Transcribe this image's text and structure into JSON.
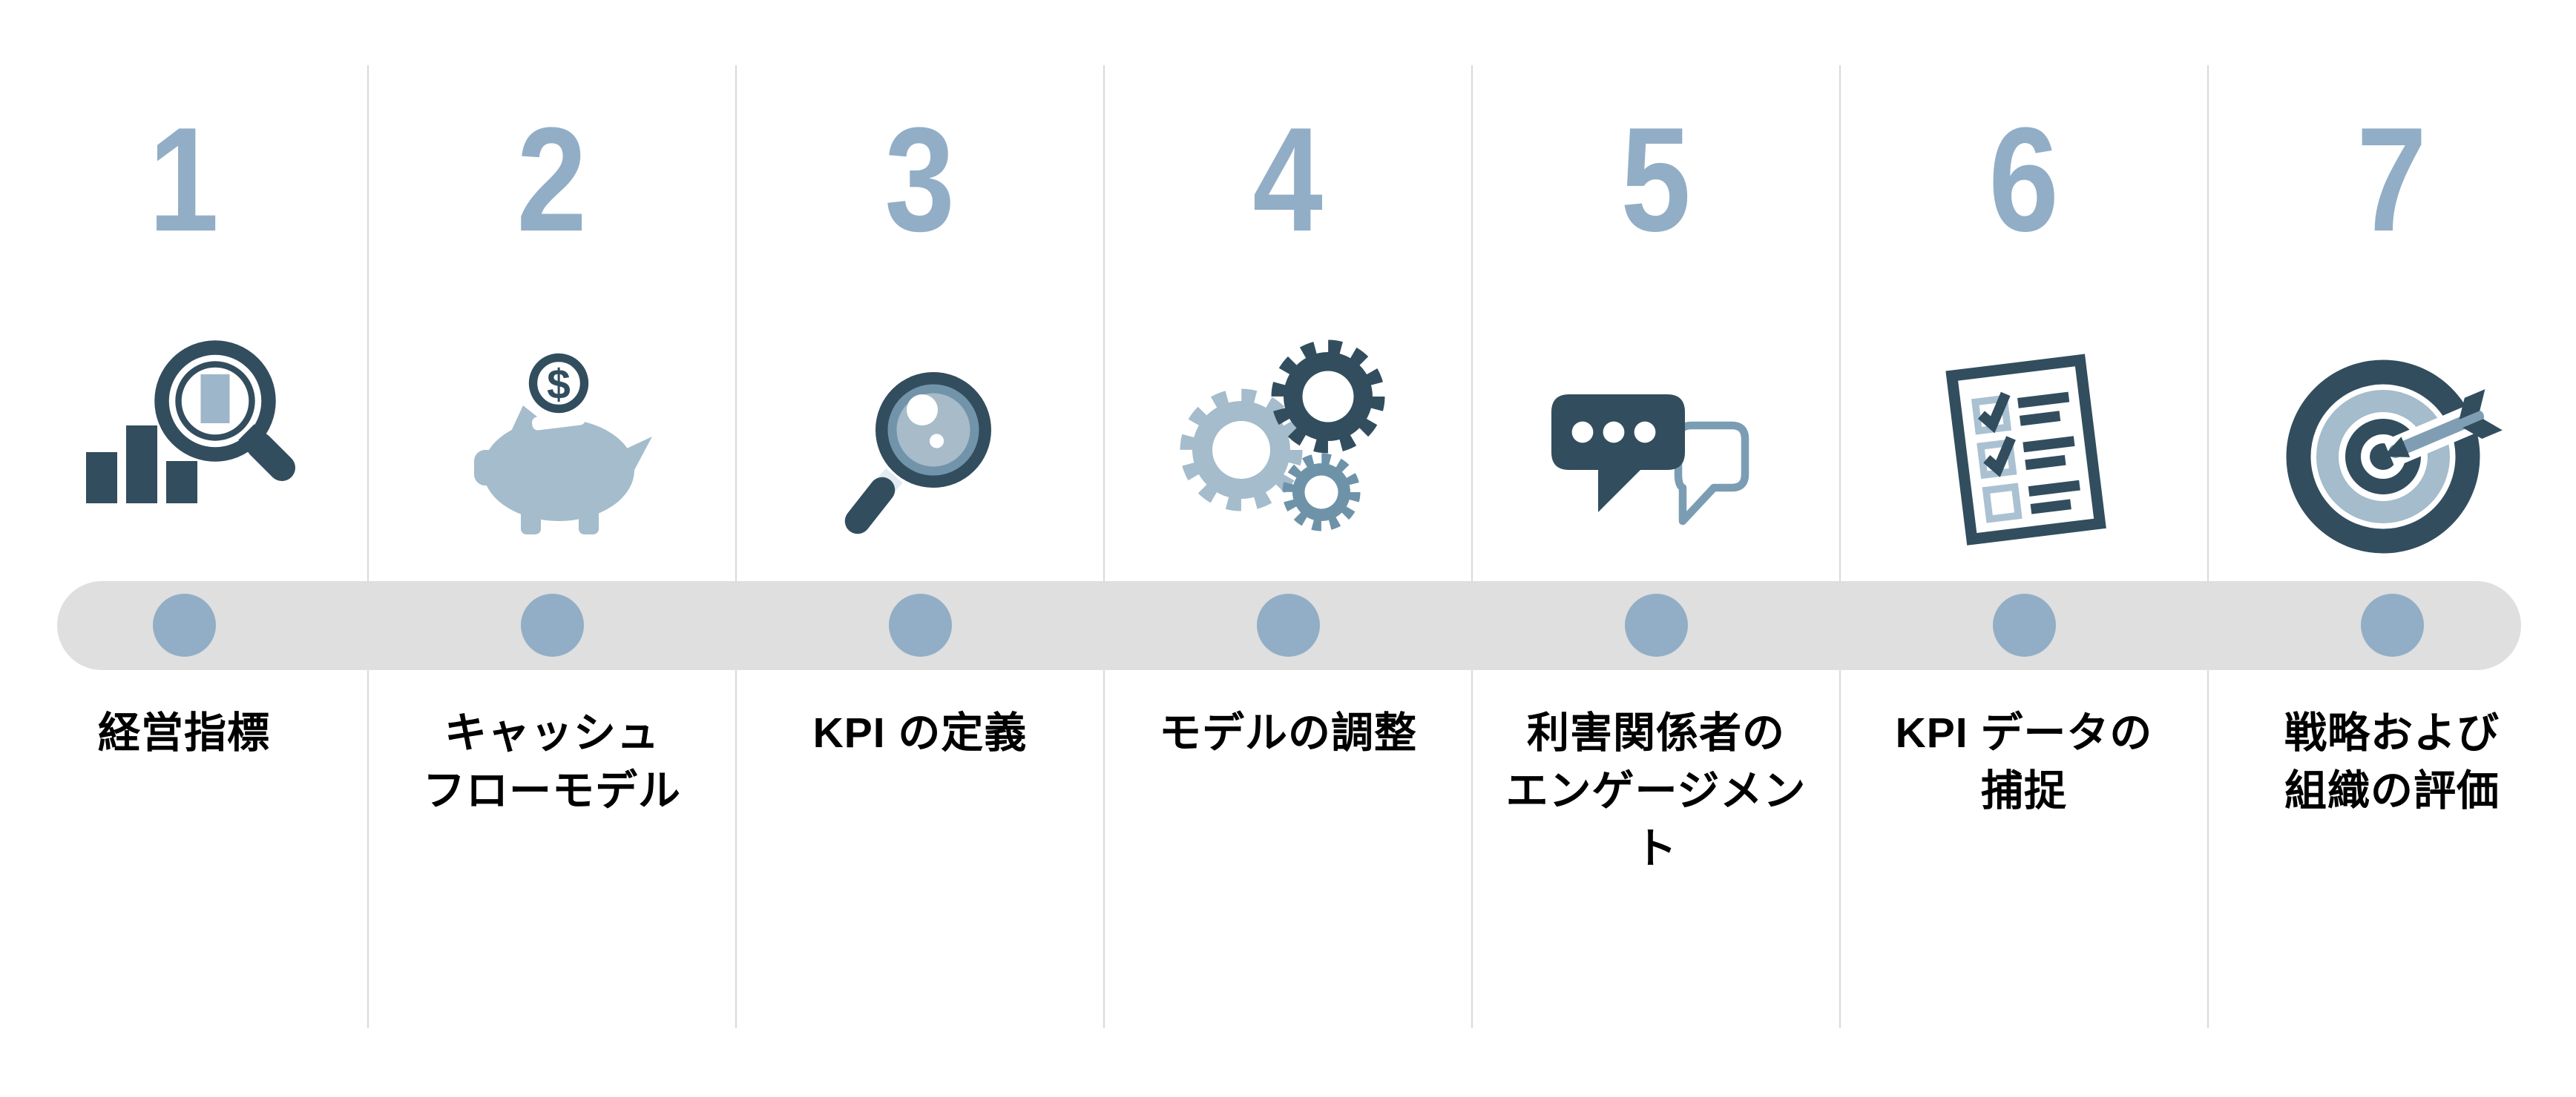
{
  "diagram": {
    "type": "process-timeline-7-steps",
    "background": "#ffffff",
    "colors": {
      "number_and_dot": "#92aec6",
      "icon_dark_navy": "#324d5e",
      "icon_mid_blue": "#7b9db3",
      "icon_light_blue": "#a4bccb",
      "timeline_bar": "#dfdfdf",
      "divider_line": "#d9d9d9",
      "label_text": "#000000"
    },
    "steps": [
      {
        "number": "1",
        "icon": "bar-chart-magnifier-icon",
        "label": "経営指標"
      },
      {
        "number": "2",
        "icon": "piggy-bank-icon",
        "label": "キャッシュ\nフローモデル"
      },
      {
        "number": "3",
        "icon": "magnifier-icon",
        "label": "KPI の定義"
      },
      {
        "number": "4",
        "icon": "gears-icon",
        "label": "モデルの調整"
      },
      {
        "number": "5",
        "icon": "speech-bubbles-icon",
        "label": "利害関係者の\nエンゲージメン\nト"
      },
      {
        "number": "6",
        "icon": "checklist-icon",
        "label": "KPI データの\n捕捉"
      },
      {
        "number": "7",
        "icon": "target-arrow-icon",
        "label": "戦略および\n組織の評価"
      }
    ]
  }
}
